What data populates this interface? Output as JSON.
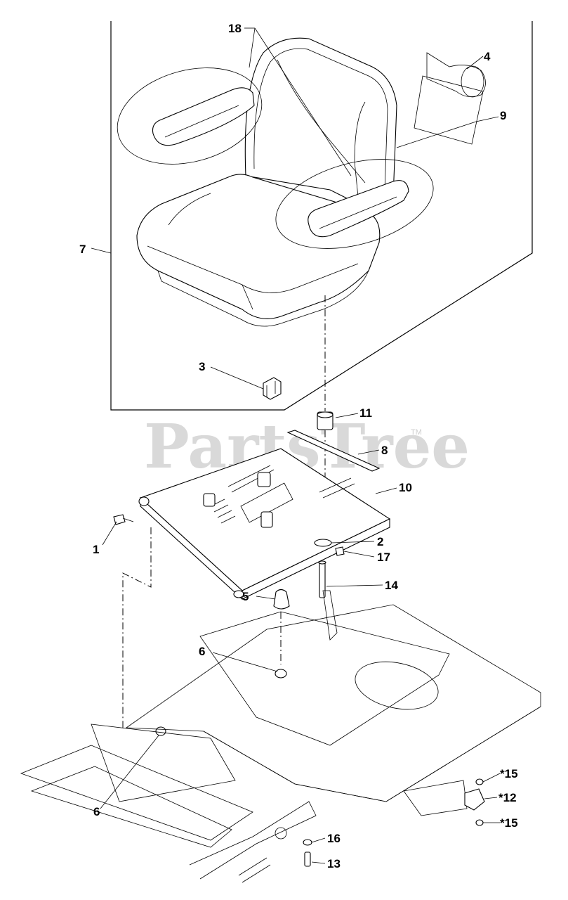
{
  "watermark": {
    "text": "PartsTree",
    "trademark": "TM"
  },
  "callouts": {
    "c1": "1",
    "c2": "2",
    "c3": "3",
    "c4": "4",
    "c5": "5",
    "c6a": "6",
    "c6b": "6",
    "c7": "7",
    "c8": "8",
    "c9": "9",
    "c10": "10",
    "c11": "11",
    "c12": "*12",
    "c13": "13",
    "c14": "14",
    "c15a": "*15",
    "c15b": "*15",
    "c16": "16",
    "c17": "17",
    "c18": "18"
  }
}
